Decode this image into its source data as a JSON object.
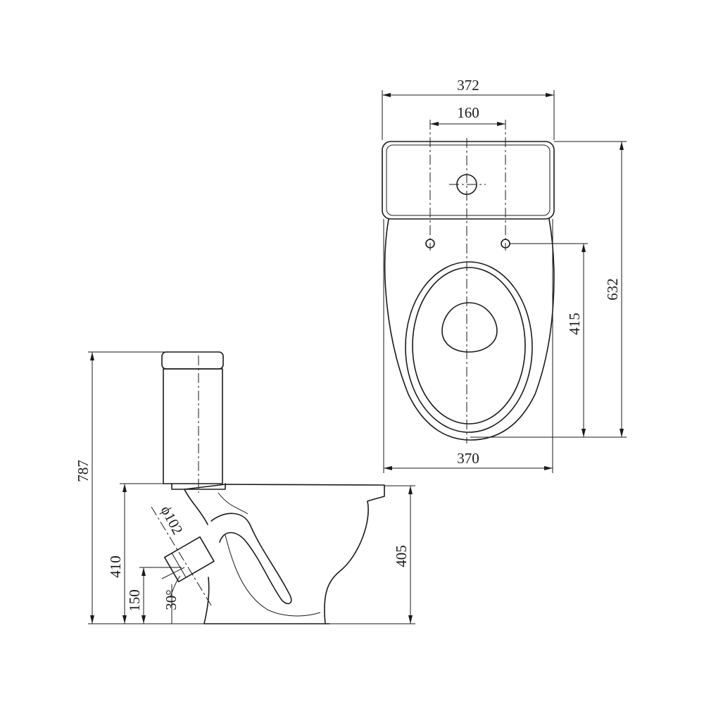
{
  "top_view": {
    "width_tank": "372",
    "hole_spacing": "160",
    "total_length": "632",
    "bowl_length": "415",
    "width_bowl": "370"
  },
  "side_view": {
    "total_height": "787",
    "rim_height": "410",
    "outlet_height": "150",
    "outlet_angle": "30°",
    "outlet_diameter": "ϕ102",
    "bowl_height": "405"
  }
}
